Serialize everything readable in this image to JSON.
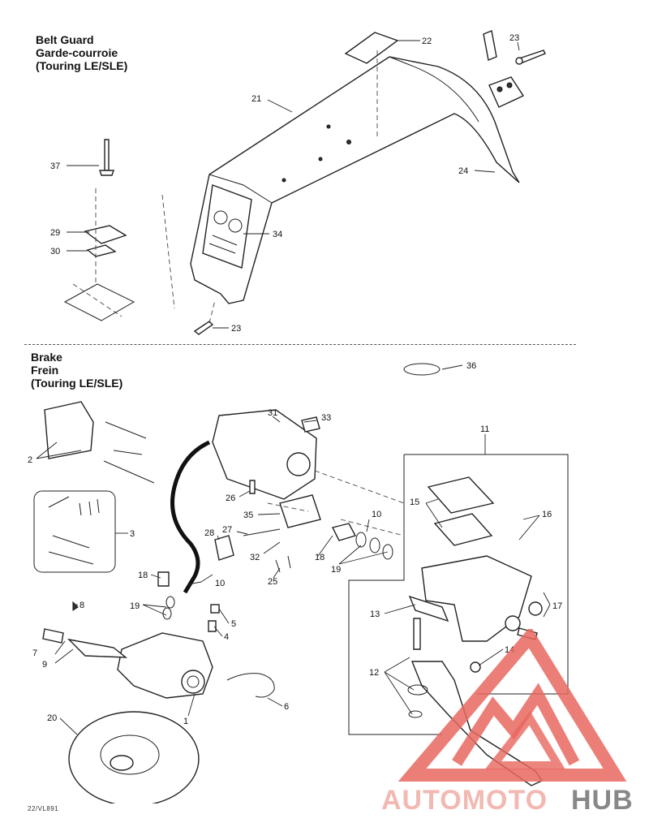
{
  "belt_guard": {
    "title_lines": [
      "Belt Guard",
      "Garde-courroie",
      "(Touring LE/SLE)"
    ],
    "callouts": [
      "22",
      "23",
      "21",
      "24",
      "37",
      "34",
      "29",
      "30",
      "23"
    ]
  },
  "brake": {
    "title_lines": [
      "Brake",
      "Frein",
      "(Touring LE/SLE)"
    ],
    "callouts": [
      "36",
      "31",
      "33",
      "11",
      "2",
      "26",
      "10",
      "15",
      "16",
      "35",
      "3",
      "28",
      "27",
      "32",
      "18",
      "19",
      "25",
      "18",
      "10",
      "19",
      "8",
      "5",
      "4",
      "13",
      "17",
      "7",
      "9",
      "14",
      "12",
      "6",
      "1",
      "20"
    ]
  },
  "footer": {
    "drawing_code": "22/VL891"
  },
  "watermark": {
    "text_left": "AUTOMOTO",
    "text_right": "HUB",
    "color_main": "#e8675f",
    "color_light": "#f2b8b2",
    "color_dark": "#888888"
  }
}
